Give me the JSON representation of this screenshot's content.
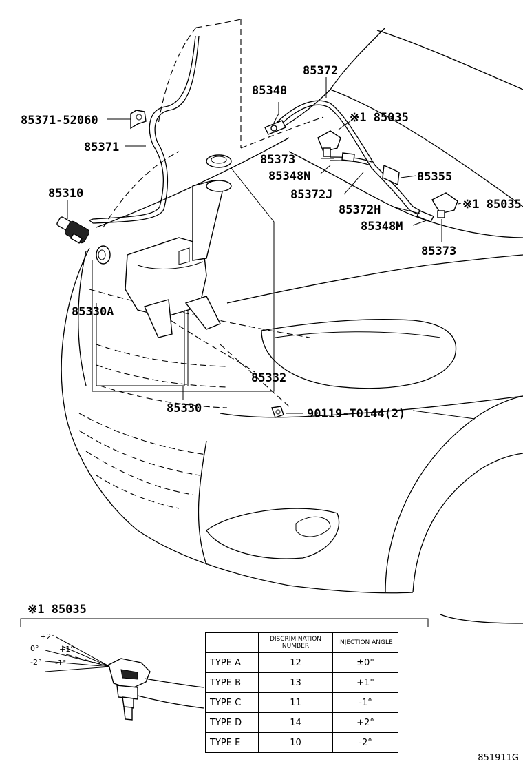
{
  "callouts": {
    "p85372": "85372",
    "p85348": "85348",
    "p85035_top": "※1 85035",
    "p85371_52060": "85371-52060",
    "p85371": "85371",
    "p85373_a": "85373",
    "p85348N": "85348N",
    "p85355": "85355",
    "p85372J": "85372J",
    "p85310": "85310",
    "p85035_right": "※1 85035",
    "p85372H": "85372H",
    "p85348M": "85348M",
    "p85373_b": "85373",
    "p85330A": "85330A",
    "p85332": "85332",
    "p85330": "85330",
    "p90119": "90119-T0144(2)"
  },
  "detail": {
    "title": "※1 85035",
    "angles": {
      "plus2": "+2°",
      "zero": "0°",
      "plus1": "+1°",
      "minus2": "-2°",
      "minus1": "-1°"
    }
  },
  "table": {
    "headers": [
      "",
      "DISCRIMINATION NUMBER",
      "INJECTION ANGLE"
    ],
    "rows": [
      {
        "type": "TYPE  A",
        "number": "12",
        "angle": "±0°"
      },
      {
        "type": "TYPE  B",
        "number": "13",
        "angle": "+1°"
      },
      {
        "type": "TYPE  C",
        "number": "11",
        "angle": "-1°"
      },
      {
        "type": "TYPE  D",
        "number": "14",
        "angle": "+2°"
      },
      {
        "type": "TYPE  E",
        "number": "10",
        "angle": "-2°"
      }
    ]
  },
  "drawing_ref": "851911G"
}
